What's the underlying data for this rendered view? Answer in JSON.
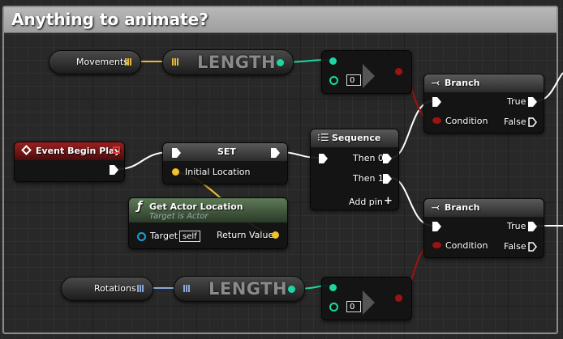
{
  "comment": {
    "title": "Anything to animate?"
  },
  "nodes": {
    "movements": {
      "label": "Movements"
    },
    "rotations": {
      "label": "Rotations"
    },
    "length_top": {
      "label": "LENGTH"
    },
    "length_bottom": {
      "label": "LENGTH"
    },
    "compare_top": {
      "value": "0"
    },
    "compare_bottom": {
      "value": "0"
    },
    "event": {
      "title": "Event Begin Play"
    },
    "set": {
      "title": "SET",
      "pin_label": "Initial Location"
    },
    "get_actor_location": {
      "title": "Get Actor Location",
      "subtitle": "Target is Actor",
      "target_label": "Target",
      "target_value": "self",
      "return_label": "Return Value"
    },
    "sequence": {
      "title": "Sequence",
      "then0": "Then 0",
      "then1": "Then 1",
      "add_pin": "Add pin"
    },
    "branch_top": {
      "title": "Branch",
      "condition": "Condition",
      "true_label": "True",
      "false_label": "False"
    },
    "branch_bottom": {
      "title": "Branch",
      "condition": "Condition",
      "true_label": "True",
      "false_label": "False"
    }
  },
  "colors": {
    "exec": "#ffffff",
    "vector_pin": "#f2c12e",
    "array_pin": "#e7b63a",
    "int_pin": "#1ed6a2",
    "bool_pin": "#9a1414",
    "object_pin": "#19a3d8",
    "event_header": "#9a2020",
    "function_header": "#5e7a58"
  },
  "icons": [
    "branch-icon",
    "sequence-icon",
    "function-icon",
    "event-icon",
    "grid-array-icon",
    "plus-icon"
  ]
}
